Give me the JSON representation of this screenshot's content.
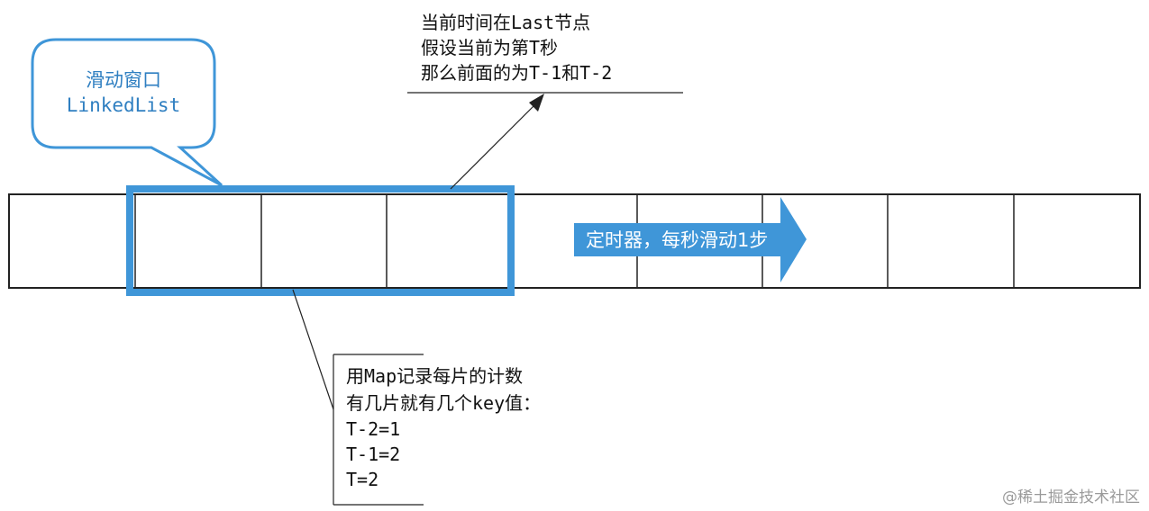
{
  "bubble": {
    "line1": "滑动窗口",
    "line2": "LinkedList"
  },
  "top_note": {
    "lines": [
      "当前时间在Last节点",
      "假设当前为第T秒",
      "那么前面的为T-1和T-2"
    ]
  },
  "timer_arrow": {
    "label": "定时器，每秒滑动1步"
  },
  "bottom_note": {
    "lines": [
      "用Map记录每片的计数",
      "有几片就有几个key值：",
      "T-2=1",
      "T-1=2",
      "T=2"
    ]
  },
  "watermark": "@稀土掘金技术社区",
  "colors": {
    "window_border": "#3f96d8",
    "bubble_text": "#2f7fc1",
    "arrow_fill": "#3f96d8",
    "line": "#222222"
  },
  "cells": {
    "count": 9
  }
}
